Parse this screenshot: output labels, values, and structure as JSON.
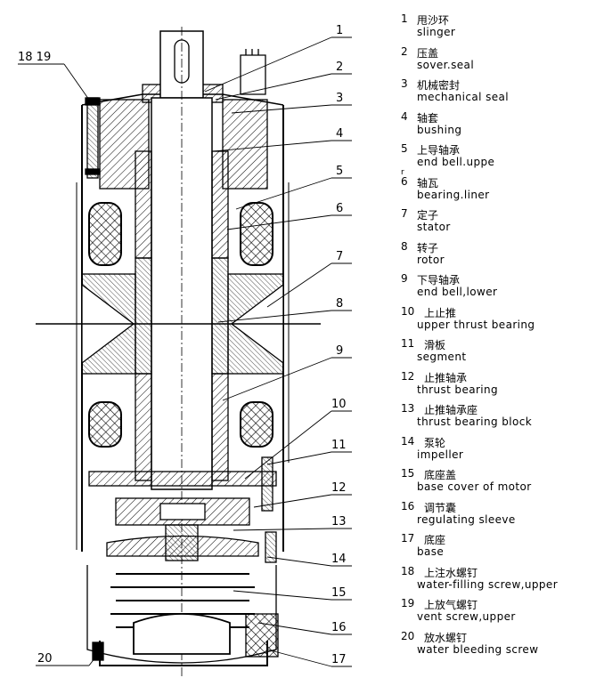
{
  "callouts": [
    "1",
    "2",
    "3",
    "4",
    "5",
    "6",
    "7",
    "8",
    "9",
    "10",
    "11",
    "12",
    "13",
    "14",
    "15",
    "16",
    "17",
    "18 19",
    "20"
  ],
  "legend": [
    {
      "num": "1",
      "zh": "甩沙环",
      "en": "slinger"
    },
    {
      "num": "2",
      "zh": "压盖",
      "en": "sover.seal"
    },
    {
      "num": "3",
      "zh": "机械密封",
      "en": "mechanical seal"
    },
    {
      "num": "4",
      "zh": "轴套",
      "en": "bushing"
    },
    {
      "num": "5",
      "zh": "上导轴承",
      "en": "end bell.uppe",
      "extra": "r"
    },
    {
      "num": "6",
      "zh": "轴瓦",
      "en": "bearing.liner"
    },
    {
      "num": "7",
      "zh": "定子",
      "en": "stator"
    },
    {
      "num": "8",
      "zh": "转子",
      "en": "rotor"
    },
    {
      "num": "9",
      "zh": "下导轴承",
      "en": "end bell,lower"
    },
    {
      "num": "10",
      "zh": "上止推",
      "en": "upper thrust bearing"
    },
    {
      "num": "11",
      "zh": "滑板",
      "en": "segment"
    },
    {
      "num": "12",
      "zh": "止推轴承",
      "en": "thrust bearing"
    },
    {
      "num": "13",
      "zh": "止推轴承座",
      "en": "thrust bearing block"
    },
    {
      "num": "14",
      "zh": "泵轮",
      "en": "impeller"
    },
    {
      "num": "15",
      "zh": "底座盖",
      "en": "base cover of motor"
    },
    {
      "num": "16",
      "zh": "调节囊",
      "en": "regulating sleeve"
    },
    {
      "num": "17",
      "zh": "底座",
      "en": "base"
    },
    {
      "num": "18",
      "zh": "上注水螺钉",
      "en": "water-filling screw,upper"
    },
    {
      "num": "19",
      "zh": "上放气螺钉",
      "en": "vent screw,upper"
    },
    {
      "num": "20",
      "zh": "放水螺钉",
      "en": "water bleeding screw"
    }
  ]
}
